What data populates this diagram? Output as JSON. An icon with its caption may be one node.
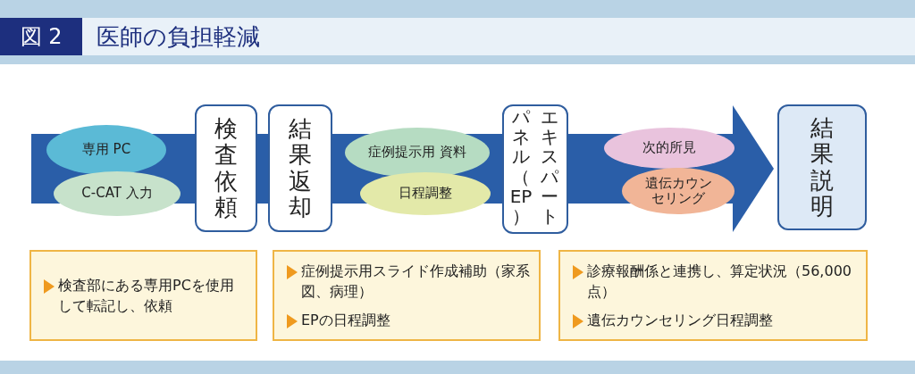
{
  "diagram": {
    "title": "医師の負担軽減",
    "nodes": [
      {
        "text": [
          "検査依頼"
        ]
      },
      {
        "text": [
          "結果返却"
        ]
      },
      {
        "text": [
          "エキスパートパネル（EP）"
        ]
      },
      {
        "text": [
          "結果説明"
        ]
      },
      {
        "text": [
          "専用 PC"
        ]
      },
      {
        "text": [
          "C-CAT 入力"
        ]
      },
      {
        "text": [
          "症例提示用 資料"
        ]
      },
      {
        "text": [
          "日程調整"
        ]
      },
      {
        "text": [
          "次的所見"
        ]
      },
      {
        "text": [
          "遺伝カウンセリング"
        ]
      },
      {
        "text": [
          "検査部にある専用PCを使用して転記し、依頼"
        ]
      },
      {
        "text": [
          "症例提示用スライド作成補助（家系図、病理）",
          "EPの日程調整"
        ]
      },
      {
        "text": [
          "診療報酬係と連携し、算定状況（56,000点）",
          "遺伝カウンセリング日程調整"
        ]
      }
    ],
    "edges": [
      {
        "from": null,
        "to": 3,
        "arrow": "to"
      }
    ],
    "labels": [
      "図 2"
    ]
  }
}
